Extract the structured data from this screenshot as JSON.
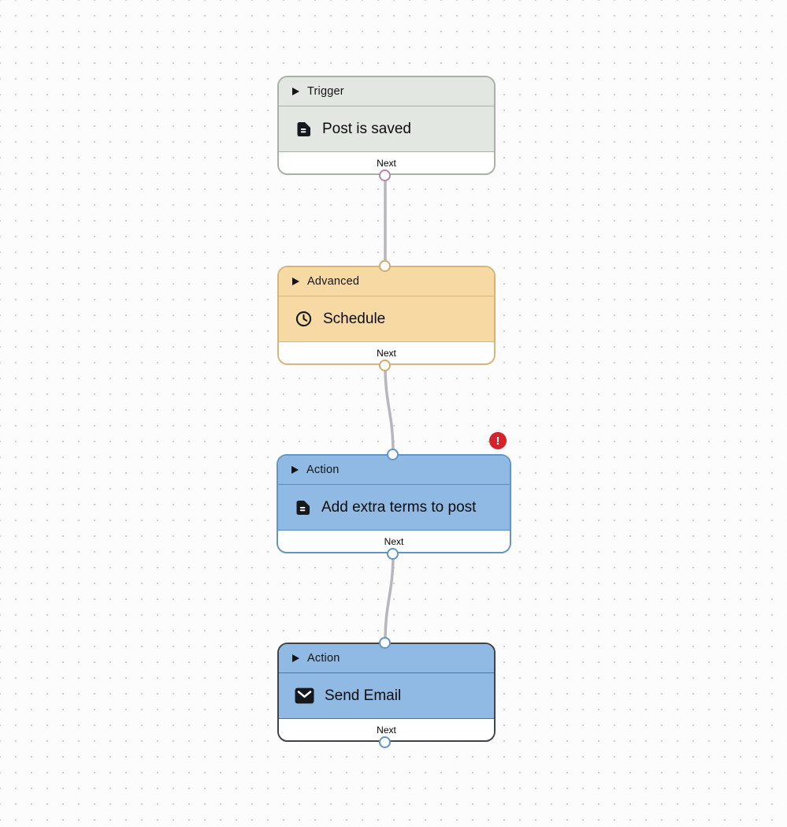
{
  "canvas": {
    "background": "#fcfcfc",
    "dot_color": "#cfcfd4",
    "connector_color": "#b6b6bc"
  },
  "nodes": [
    {
      "category": "Trigger",
      "title": "Post is saved",
      "icon": "document-icon",
      "footer_label": "Next",
      "has_input_port": false,
      "has_output_port": true,
      "error": false,
      "selected": false,
      "colors": {
        "fill": "#e3e7e1",
        "border": "#a8b1a5",
        "separator": "#a8b1a5",
        "port": "#b287b2"
      }
    },
    {
      "category": "Advanced",
      "title": "Schedule",
      "icon": "clock-icon",
      "footer_label": "Next",
      "has_input_port": true,
      "has_output_port": true,
      "error": false,
      "selected": false,
      "colors": {
        "fill": "#f7d9a3",
        "border": "#d8b577",
        "separator": "#d8b577",
        "port": "#d2ab6e"
      }
    },
    {
      "category": "Action",
      "title": "Add extra terms to post",
      "icon": "document-icon",
      "footer_label": "Next",
      "has_input_port": true,
      "has_output_port": true,
      "error": true,
      "selected": false,
      "colors": {
        "fill": "#90bae3",
        "border": "#6295c7",
        "separator": "#5a8cbd",
        "port": "#6295c7"
      }
    },
    {
      "category": "Action",
      "title": "Send Email",
      "icon": "mail-icon",
      "footer_label": "Next",
      "has_input_port": true,
      "has_output_port": true,
      "error": false,
      "selected": true,
      "colors": {
        "fill": "#90bae3",
        "border": "#3f4347",
        "separator": "#5f7183",
        "port": "#6295c7"
      }
    }
  ],
  "error_badge": {
    "glyph": "!",
    "color": "#d5232b"
  }
}
